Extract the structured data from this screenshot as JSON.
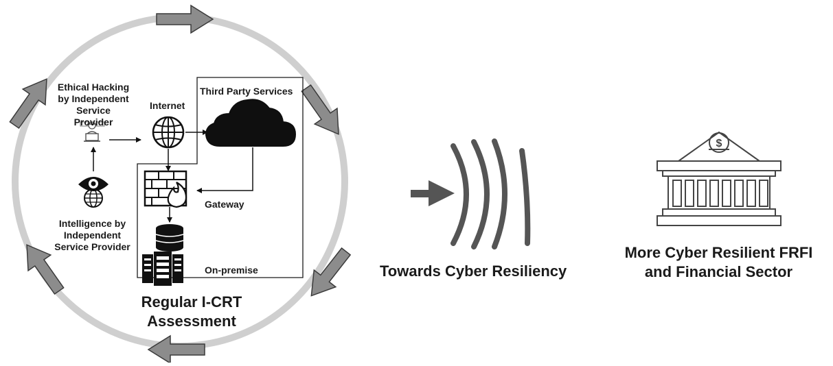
{
  "cycle": {
    "title_line1": "Regular I-CRT",
    "title_line2": "Assessment"
  },
  "nodes": {
    "ethical_hacking": [
      "Ethical Hacking",
      "by Independent",
      "Service Provider"
    ],
    "internet": "Internet",
    "third_party": "Third Party Services",
    "gateway": "Gateway",
    "on_premise": "On-premise",
    "intelligence": [
      "Intelligence by",
      "Independent",
      "Service Provider"
    ]
  },
  "resiliency": {
    "label": "Towards Cyber Resiliency"
  },
  "outcome": {
    "line1": "More Cyber Resilient FRFI",
    "line2": "and Financial Sector"
  },
  "icons": [
    "hacker-icon",
    "globe-icon",
    "cloud-icon",
    "firewall-icon",
    "database-icon",
    "server-icon",
    "eye-globe-icon",
    "signal-waves-icon",
    "bank-icon"
  ],
  "colors": {
    "ring": "#cfcfcf",
    "cycle_arrow_fill": "#8c8c8c",
    "waves": "#555555",
    "ink": "#1a1a1a"
  }
}
